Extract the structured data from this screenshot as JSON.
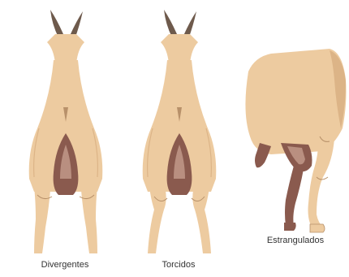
{
  "figures": [
    {
      "caption": "Divergentes"
    },
    {
      "caption": "Torcidos"
    },
    {
      "caption": "Estrangulados"
    }
  ],
  "colors": {
    "body": "#edcba0",
    "body_shade": "#dcb487",
    "outline": "#b8916a",
    "udder": "#8a5a4e",
    "udder_light": "#b98f80",
    "horn": "#6e5a4c",
    "background": "#ffffff"
  }
}
